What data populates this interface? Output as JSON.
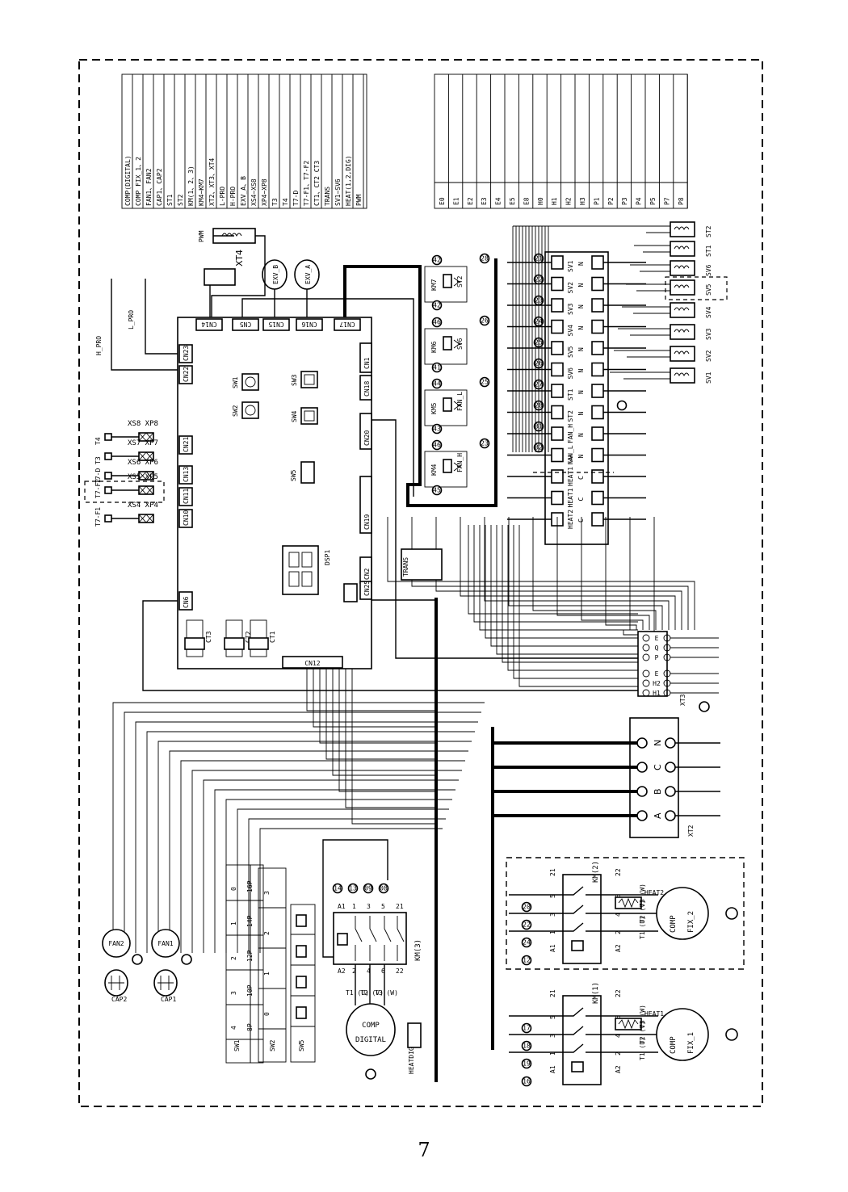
{
  "page_number": "7",
  "legend_left": [
    "COMP(DIGITAL)",
    "COMP FIX_1、2",
    "FAN1、FAN2",
    "CAP1、CAP2",
    "ST1",
    "ST2",
    "KM(1、2、3)",
    "KM4~KM7",
    "XT2、XT3、XT4",
    "L-PRO",
    "H-PRO",
    "EXV_A、B",
    "XS4~XS8",
    "XP4~XP8",
    "T3",
    "T4",
    "T7-D",
    "T7-F1、T7-F2",
    "CT1、CT2 CT3",
    "TRANS",
    "SV1~SV6",
    "HEAT(1,2,DIG)",
    "PWM"
  ],
  "legend_right": [
    "E0",
    "E1",
    "E2",
    "E3",
    "E4",
    "E5",
    "E8",
    "H0",
    "H1",
    "H2",
    "H3",
    "P1",
    "P2",
    "P3",
    "P4",
    "P5",
    "P7",
    "P8"
  ],
  "board": {
    "top_connectors": [
      "CN14",
      "CN5",
      "CN15",
      "CN16",
      "CN17"
    ],
    "left_connectors": [
      "CN23",
      "CN22",
      "CN21",
      "CN13",
      "CN11",
      "CN10",
      "CN6"
    ],
    "right_connectors": [
      "CN1",
      "CN18",
      "CN20",
      "CN19",
      "CN2",
      "CN25"
    ],
    "bottom_connector": "CN12",
    "switches": [
      "SW1",
      "SW2",
      "SW3",
      "SW4",
      "SW5"
    ],
    "display": "DSP1",
    "cts": [
      "CT3",
      "CT2",
      "CT1"
    ]
  },
  "sensor_pairs": [
    "XS8 XP8",
    "XS7 XP7",
    "XS6 XP6",
    "XS5 XP5",
    "XS4 XP4"
  ],
  "sensors": [
    "T4",
    "T3",
    "T7-D",
    "T7-F2",
    "T7-F1"
  ],
  "pressure": [
    "H_PRO",
    "L_PRO"
  ],
  "top_parts": [
    "PWM",
    "XT4",
    "EXV_B",
    "EXV_A"
  ],
  "relays": [
    {
      "name": "KM7",
      "coil": "ST2",
      "num_a": "42",
      "num_b": "42",
      "num_c": "28"
    },
    {
      "name": "KM6",
      "coil": "SV6",
      "num_a": "46",
      "num_b": "41",
      "num_c": "26"
    },
    {
      "name": "KM5",
      "coil": "FAN_L",
      "num_a": "44",
      "num_b": "43",
      "num_c": "25"
    },
    {
      "name": "KM4",
      "coil": "FAN_H",
      "num_a": "46",
      "num_b": "45",
      "num_c": "23"
    }
  ],
  "terminal_block": [
    "SV1",
    "SV2",
    "SV3",
    "SV4",
    "SV5",
    "SV6",
    "ST1",
    "ST2",
    "FAN_H",
    "FAN_L",
    "HEAT1 ww",
    "HEAT1",
    "HEAT2"
  ],
  "terminal_right": [
    "N",
    "N",
    "N",
    "N",
    "N",
    "N",
    "N",
    "N",
    "N",
    "N",
    "C",
    "C",
    "C"
  ],
  "terminal_nums": [
    "21",
    "22",
    "23",
    "24",
    "25",
    "26",
    "27",
    "28",
    "31",
    "32"
  ],
  "valves": [
    "ST2",
    "ST1",
    "SV6",
    "SV5",
    "SV4",
    "SV3",
    "SV2",
    "SV1"
  ],
  "trans": "TRANS",
  "xt3": {
    "name": "XT3",
    "terms": [
      "E",
      "Q",
      "P",
      "E",
      "H2",
      "H1"
    ]
  },
  "xt2": {
    "name": "XT2",
    "terms": [
      "N",
      "C",
      "B",
      "A"
    ]
  },
  "sw_table": {
    "rows": [
      "SW1",
      "SW2",
      "SW5"
    ],
    "sw1_vals": [
      "0",
      "1",
      "2",
      "3",
      "4"
    ],
    "sw1_p": [
      "8P",
      "10P",
      "12P",
      "14P",
      "16P"
    ],
    "sw2_vals": [
      "0",
      "1",
      "2",
      "3"
    ]
  },
  "fans": [
    "FAN2",
    "FAN1"
  ],
  "caps": [
    "CAP2",
    "CAP1"
  ],
  "contactors": [
    {
      "name": "KM(3)",
      "pins": [
        "A1",
        "1",
        "3",
        "5",
        "21",
        "A2",
        "2",
        "4",
        "6",
        "22"
      ]
    },
    {
      "name": "KM(2)",
      "pins": [
        "21",
        "22",
        "5",
        "6",
        "3",
        "4",
        "1",
        "2",
        "A1",
        "A2"
      ]
    },
    {
      "name": "KM(1)",
      "pins": [
        "21",
        "22",
        "5",
        "6",
        "3",
        "4",
        "1",
        "2",
        "A1",
        "A2"
      ]
    }
  ],
  "compressors": [
    {
      "name": "COMP DIGITAL",
      "t": [
        "T1 (U)",
        "T2 (V)",
        "T3 (W)"
      ]
    },
    {
      "name": "COMP FIX_2",
      "t": [
        "T1 (U)",
        "T2 (V)",
        "T3 (W)"
      ]
    },
    {
      "name": "COMP FIX_1",
      "t": [
        "T1 (U)",
        "T2 (V)",
        "T3 (W)"
      ]
    }
  ],
  "heaters": [
    "HEAT2",
    "HEAT1",
    "HEATDIG"
  ],
  "circle_nums_km3": [
    "14",
    "13",
    "09",
    "08"
  ],
  "circle_nums_km2": [
    "20",
    "22",
    "24",
    "12"
  ],
  "circle_nums_km1": [
    "17",
    "18",
    "19",
    "16"
  ]
}
